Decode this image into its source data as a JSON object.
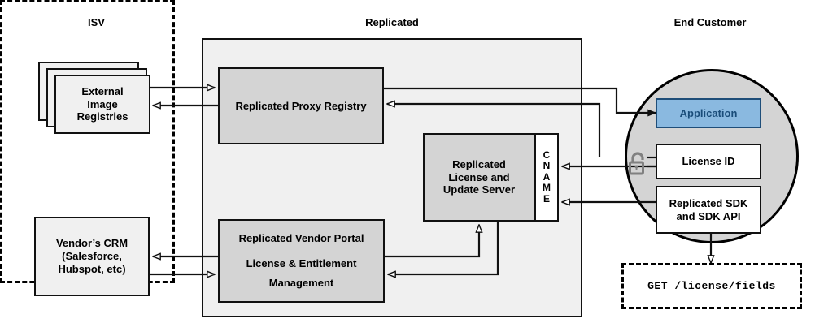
{
  "diagram": {
    "title_isv": "ISV",
    "title_replicated": "Replicated",
    "title_end_customer": "End Customer"
  },
  "zones": {
    "isv": {
      "label": "ISV",
      "style": "dashed"
    },
    "replicated": {
      "label": "Replicated",
      "style": "solid-filled"
    },
    "end_customer": {
      "label": "End Customer",
      "style": "circle"
    }
  },
  "nodes": {
    "external_image_registries": {
      "label": "External\nImage\nRegistries",
      "line1": "External",
      "line2": "Image",
      "line3": "Registries"
    },
    "vendors_crm": {
      "line1": "Vendor’s CRM",
      "line2": "(Salesforce,",
      "line3": "Hubspot, etc)"
    },
    "replicated_proxy_registry": {
      "label": "Replicated Proxy Registry"
    },
    "replicated_license_server": {
      "line1": "Replicated",
      "line2": "License and",
      "line3": "Update Server"
    },
    "cname": {
      "letters": [
        "C",
        "N",
        "A",
        "M",
        "E"
      ],
      "label": "CNAME"
    },
    "replicated_vendor_portal": {
      "line1": "Replicated Vendor Portal",
      "line2": "License & Entitlement",
      "line3": "Management"
    },
    "application": {
      "label": "Application"
    },
    "license_id": {
      "label": "License ID"
    },
    "replicated_sdk": {
      "line1": "Replicated SDK",
      "line2": "and SDK API"
    },
    "api_request": {
      "label": "GET /license/fields"
    },
    "lock": {
      "icon": "unlocked-padlock-icon"
    }
  },
  "colors": {
    "grey_fill": "#d4d4d4",
    "light_fill": "#f0f0f0",
    "zone_fill": "#f0f0f0",
    "app_blue_fill": "#8ab9e0",
    "app_blue_border": "#1f4e79",
    "app_blue_text": "#1a4d7a",
    "stroke": "#111111",
    "circle_fill": "#d4d4d4",
    "lock_grey": "#808080"
  }
}
